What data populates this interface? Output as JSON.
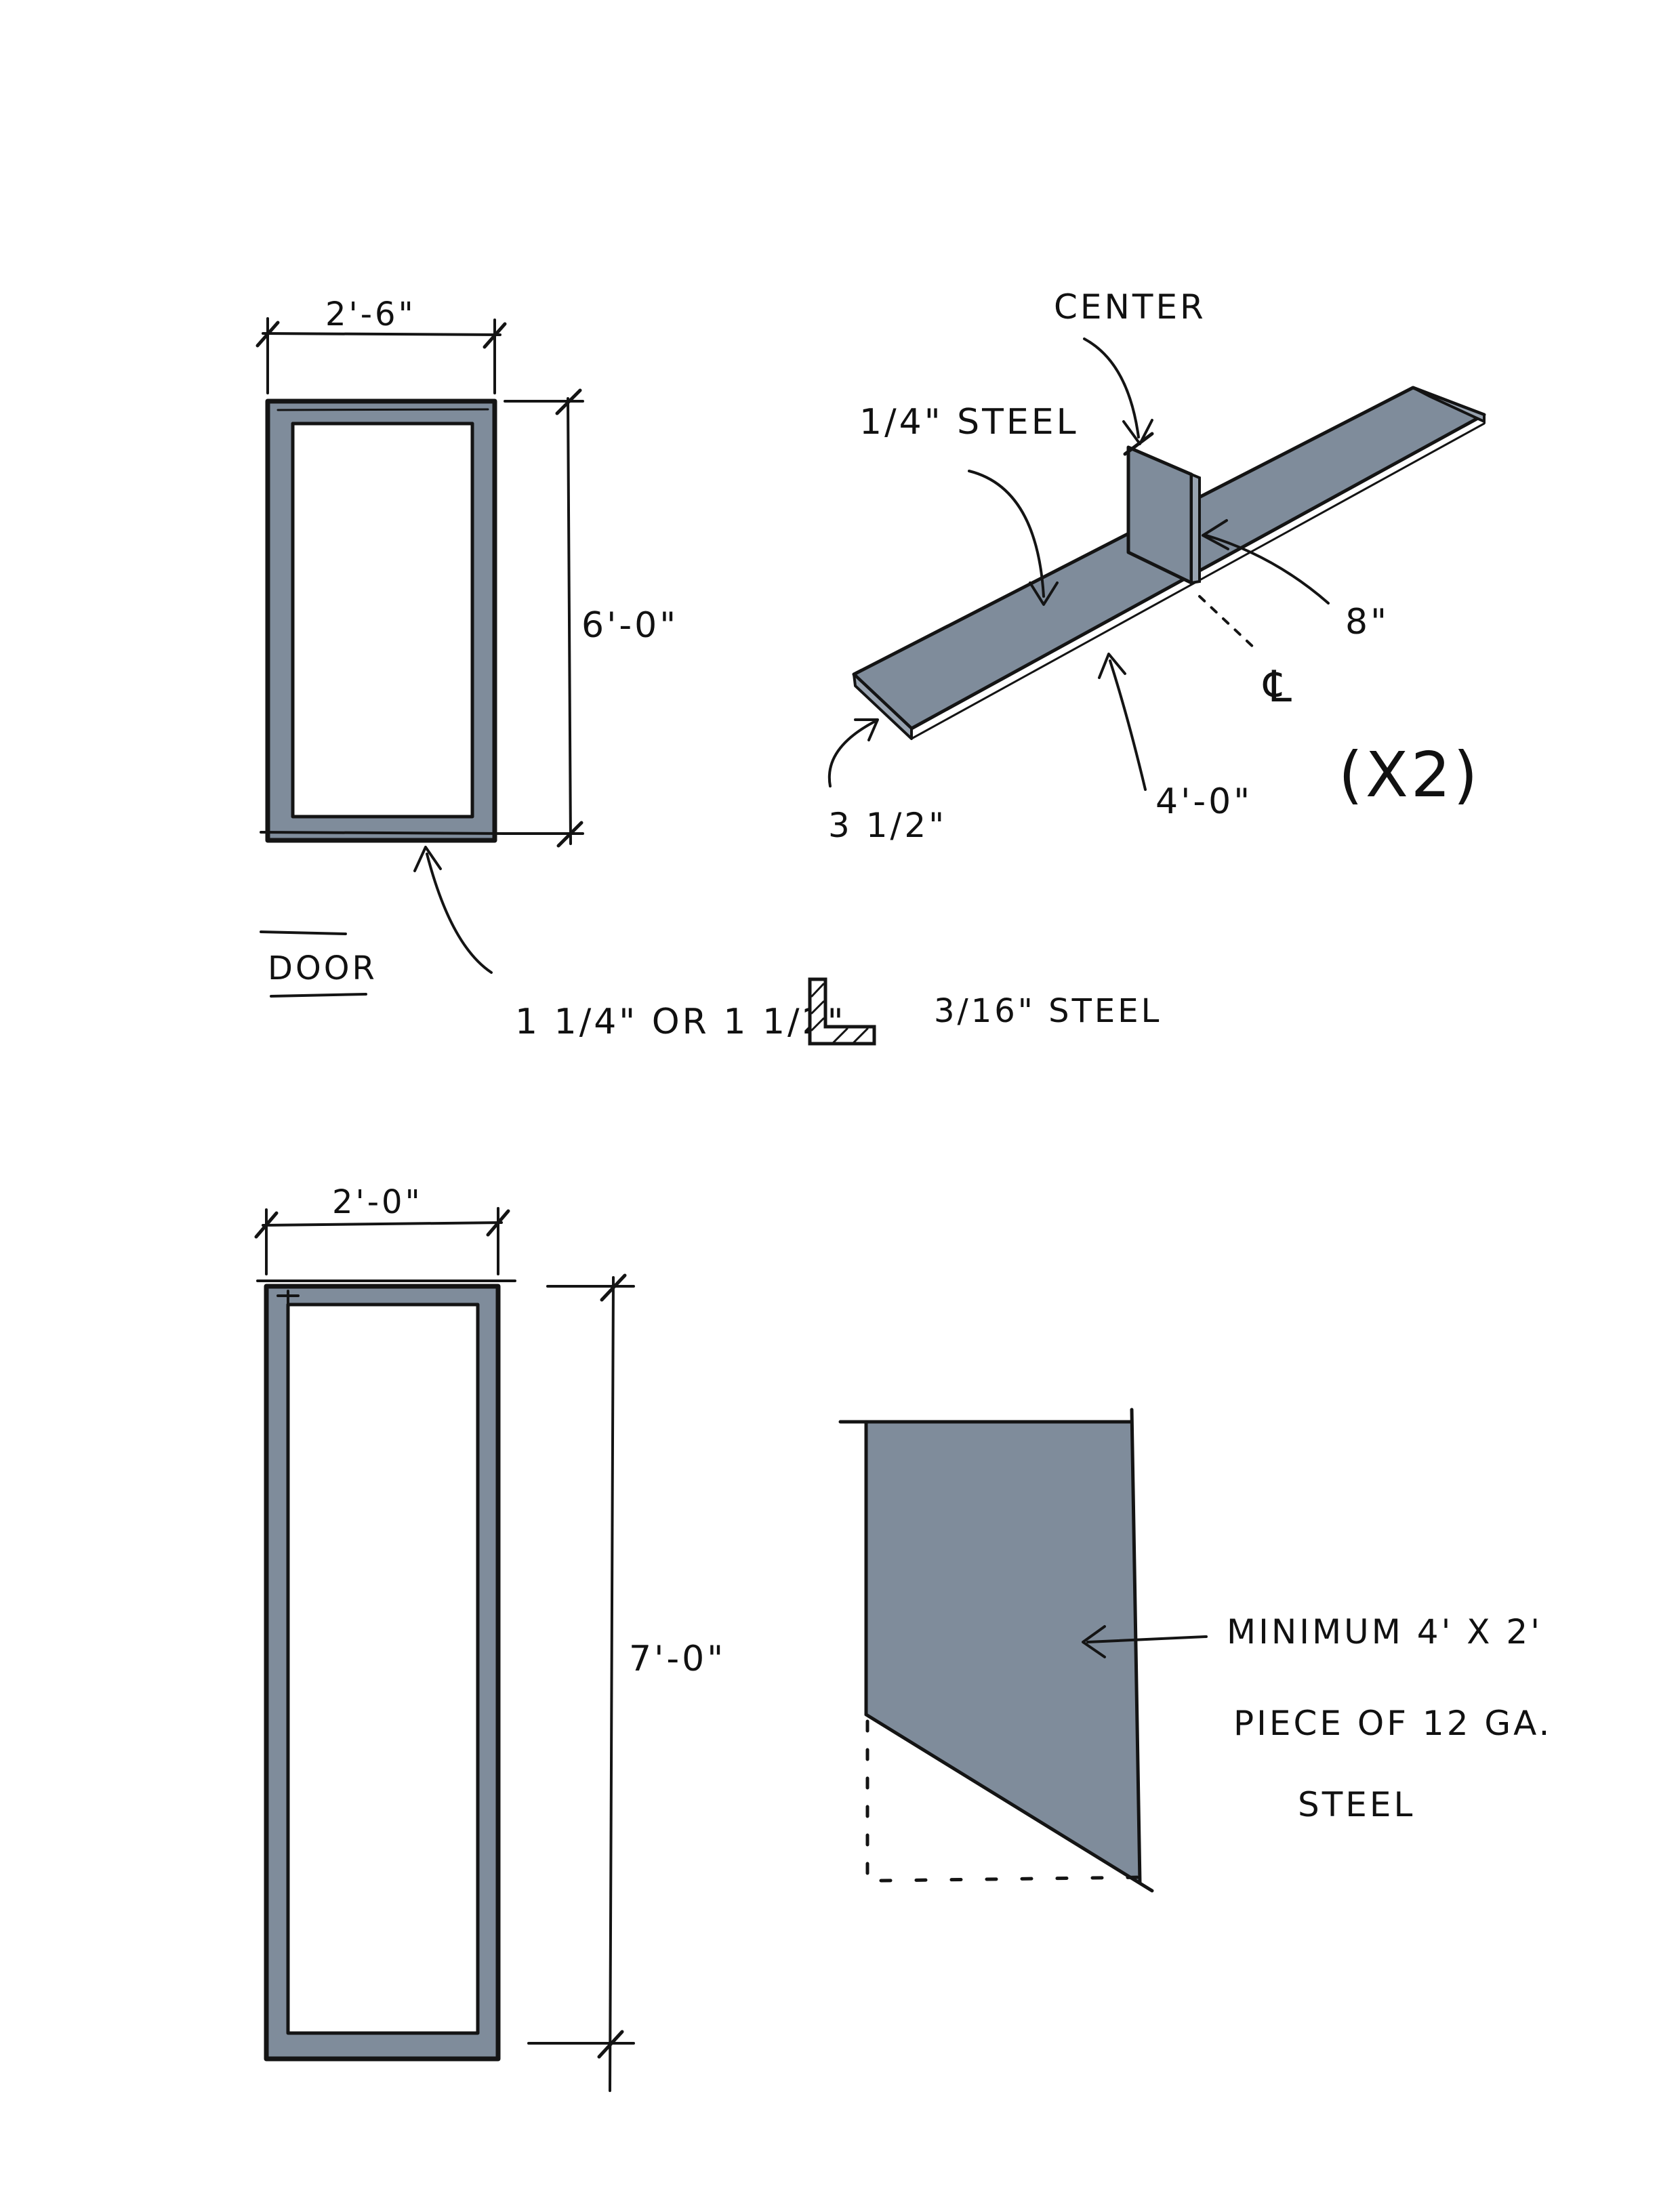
{
  "colors": {
    "ink": "#141414",
    "steel_fill": "#7f8c9b",
    "steel_fill_light": "#98a3b0",
    "paper": "#ffffff"
  },
  "door_frame": {
    "title": "DOOR",
    "width_dim": "2'-6\"",
    "height_dim": "6'-0\"",
    "angle_note": "1 1/4\" OR 1 1/2\"",
    "angle_material": "3/16\" STEEL"
  },
  "base_bracket": {
    "center_label": "CENTER",
    "plate_label": "1/4\" STEEL",
    "fin_height": "8\"",
    "centerline_symbol": "℄",
    "length_dim": "4'-0\"",
    "width_dim": "3 1/2\"",
    "quantity": "(X2)"
  },
  "tall_frame": {
    "width_dim": "2'-0\"",
    "height_dim": "7'-0\""
  },
  "sheet_piece": {
    "note_line1": "MINIMUM 4' X 2'",
    "note_line2": "PIECE OF 12 GA.",
    "note_line3": "STEEL"
  }
}
